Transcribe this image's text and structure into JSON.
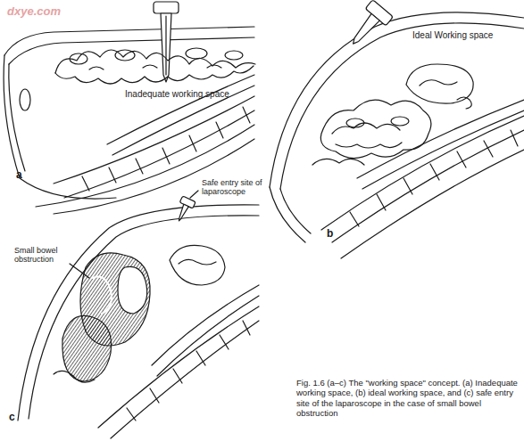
{
  "diagram": {
    "caption": "Fig. 1.6 (a–c) The \"working space\" concept. (a) Inadequate working space, (b) ideal working space, and (c) safe entry site of the laparoscope in the case of small bowel obstruction",
    "labels": [
      "dxye.com",
      "Inadequate working space",
      "a",
      "Ideal Working space",
      "b",
      "Safe entry site of laparoscope",
      "Small bowel obstruction",
      "c"
    ]
  }
}
